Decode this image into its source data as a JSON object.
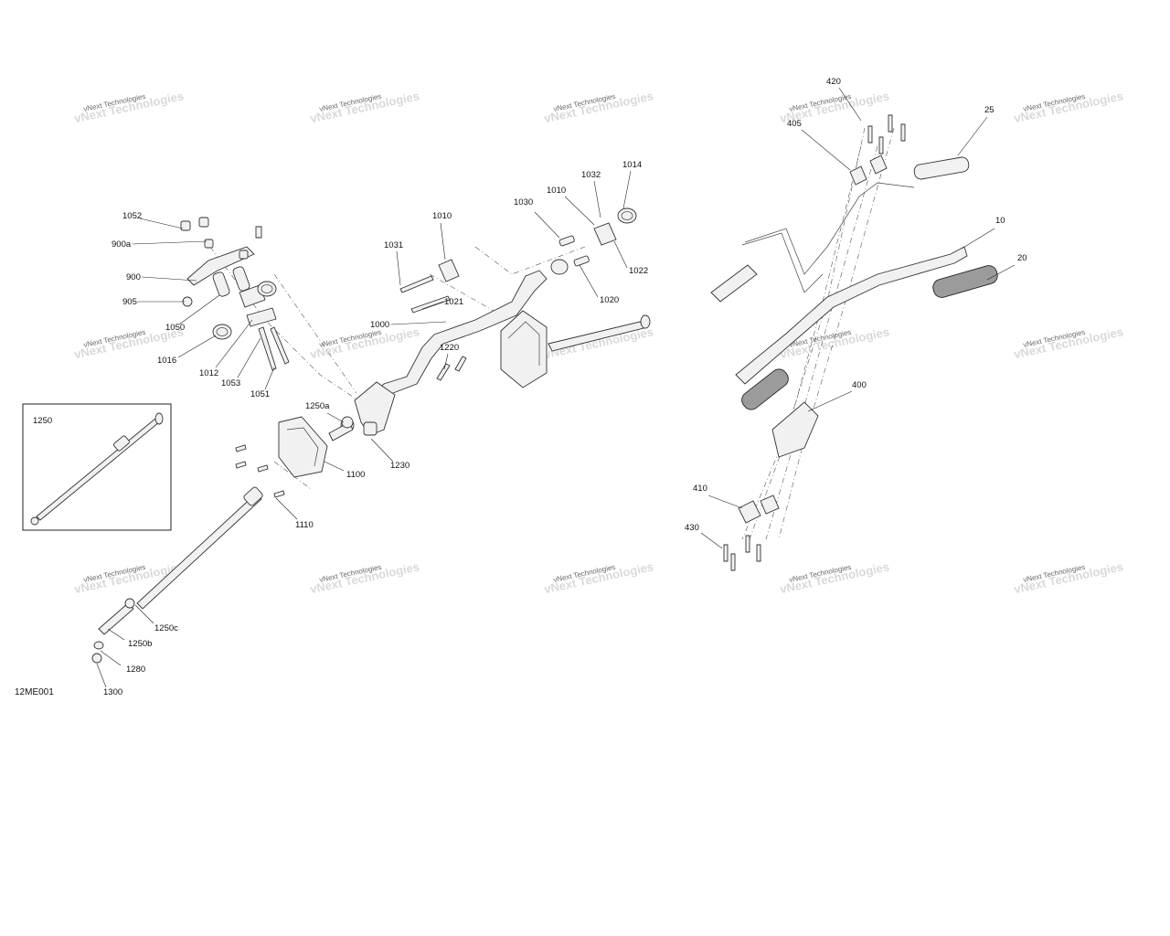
{
  "diagram_code": "12ME001",
  "watermark_text": "vNext Technologies",
  "inset": {
    "label": "1250"
  },
  "callouts": [
    "1052",
    "900a",
    "900",
    "905",
    "1050",
    "1016",
    "1012",
    "1053",
    "1051",
    "1031",
    "1010",
    "1021",
    "1000",
    "1030",
    "1010",
    "1032",
    "1014",
    "1022",
    "1020",
    "1220",
    "1250a",
    "1230",
    "1100",
    "1110",
    "1250c",
    "1250b",
    "1280",
    "1300",
    "420",
    "405",
    "25",
    "10",
    "20",
    "400",
    "410",
    "430"
  ]
}
